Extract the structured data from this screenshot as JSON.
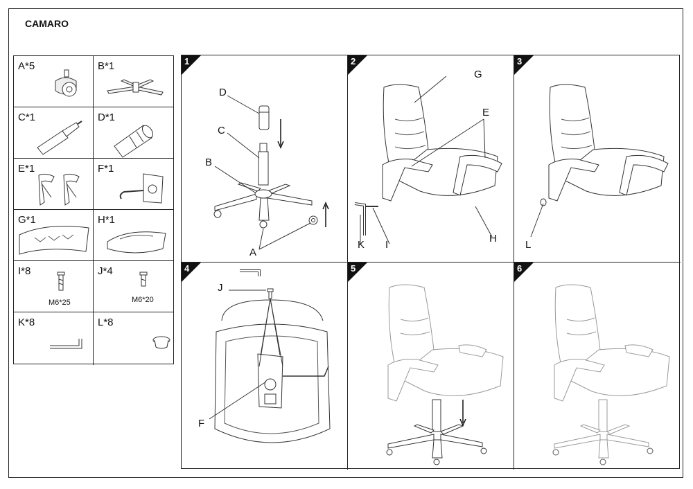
{
  "title": "CAMARO",
  "parts": [
    {
      "label": "A*5",
      "icon": "caster-wheel-icon"
    },
    {
      "label": "B*1",
      "icon": "star-base-icon"
    },
    {
      "label": "C*1",
      "icon": "gas-lift-icon"
    },
    {
      "label": "D*1",
      "icon": "gas-lift-cover-icon"
    },
    {
      "label": "E*1",
      "icon": "armrests-icon"
    },
    {
      "label": "F*1",
      "icon": "tilt-mechanism-icon"
    },
    {
      "label": "G*1",
      "icon": "backrest-icon"
    },
    {
      "label": "H*1",
      "icon": "seat-cushion-icon"
    },
    {
      "label": "I*8",
      "size": "M6*25",
      "icon": "bolt-long-icon"
    },
    {
      "label": "J*4",
      "size": "M6*20",
      "icon": "bolt-short-icon"
    },
    {
      "label": "K*8",
      "icon": "allen-key-icon"
    },
    {
      "label": "L*8",
      "icon": "cap-icon"
    }
  ],
  "steps": [
    {
      "number": "1",
      "callouts": [
        "D",
        "C",
        "B",
        "A"
      ]
    },
    {
      "number": "2",
      "callouts": [
        "G",
        "E",
        "K",
        "I",
        "H"
      ]
    },
    {
      "number": "3",
      "callouts": [
        "L"
      ]
    },
    {
      "number": "4",
      "callouts": [
        "J",
        "F"
      ]
    },
    {
      "number": "5",
      "callouts": []
    },
    {
      "number": "6",
      "callouts": []
    }
  ]
}
